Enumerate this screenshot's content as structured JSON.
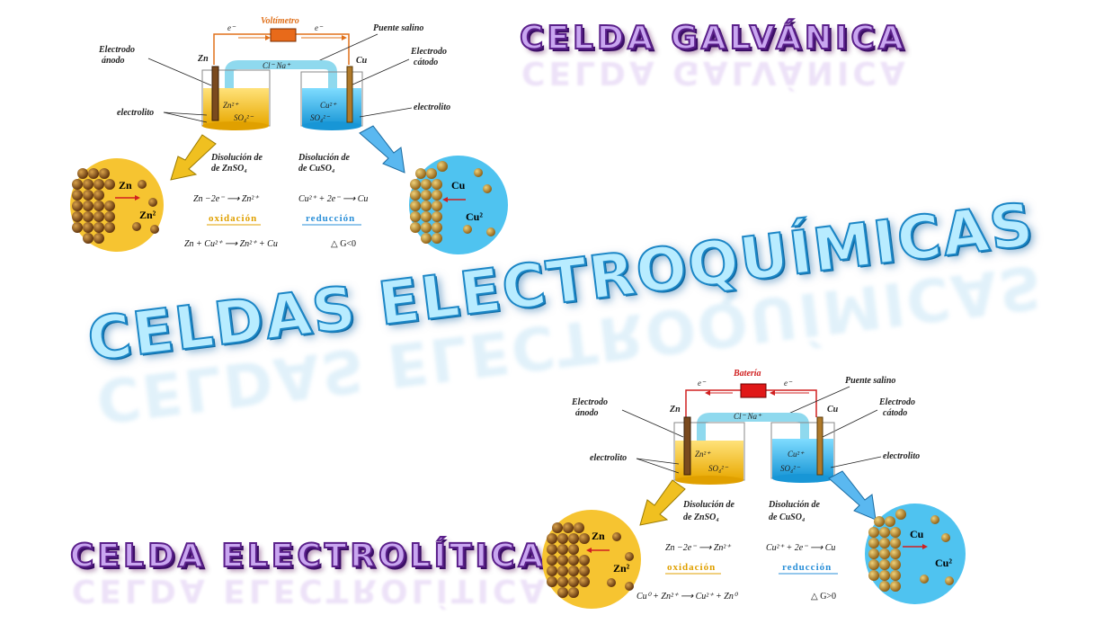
{
  "titles": {
    "galvanic": "CELDA GALVÁNICA",
    "main": "CELDAS ELECTROQUÍMICAS",
    "electrolytic": "CELDA ELECTROLÍTICA"
  },
  "galvanic_cell": {
    "meter_label": "Voltímetro",
    "electron_left": "e⁻",
    "electron_right": "e⁻",
    "salt_bridge": "Puente salino",
    "anode_label_1": "Electrodo",
    "anode_label_2": "ánodo",
    "cathode_label_1": "Electrodo",
    "cathode_label_2": "cátodo",
    "zn": "Zn",
    "cu": "Cu",
    "bridge_ions": "Cl⁻   Na⁺",
    "left_ion_1": "Zn²⁺",
    "left_ion_2": "SO₄²⁻",
    "right_ion_1": "Cu²⁺",
    "right_ion_2": "SO₄²⁻",
    "electrolyte_left": "electrolito",
    "electrolyte_right": "electrolito",
    "solution_left_1": "Disolución de",
    "solution_left_2": "de ZnSO₄",
    "solution_right_1": "Disolución de",
    "solution_right_2": "de CuSO₄",
    "left_circle_zn": "Zn",
    "left_circle_ion": "Zn²",
    "right_circle_cu": "Cu",
    "right_circle_ion": "Cu²",
    "eq_ox": "Zn −2e⁻ ⟶ Zn²⁺",
    "eq_red": "Cu²⁺ + 2e⁻ ⟶ Cu",
    "ox_label": "oxidación",
    "red_label": "reducción",
    "eq_total": "Zn + Cu²⁺ ⟶ Zn²⁺ + Cu",
    "delta_g": "△ G<0"
  },
  "electrolytic_cell": {
    "meter_label": "Batería",
    "electron_left": "e⁻",
    "electron_right": "e⁻",
    "salt_bridge": "Puente salino",
    "anode_label_1": "Electrodo",
    "anode_label_2": "ánodo",
    "cathode_label_1": "Electrodo",
    "cathode_label_2": "cátodo",
    "zn": "Zn",
    "cu": "Cu",
    "bridge_ions": "Cl⁻   Na⁺",
    "left_ion_1": "Zn²⁺",
    "left_ion_2": "SO₄²⁻",
    "right_ion_1": "Cu²⁺",
    "right_ion_2": "SO₄²⁻",
    "electrolyte_left": "electrolito",
    "electrolyte_right": "electrolito",
    "solution_left_1": "Disolución de",
    "solution_left_2": "de ZnSO₄",
    "solution_right_1": "Disolución de",
    "solution_right_2": "de CuSO₄",
    "left_circle_zn": "Zn",
    "left_circle_ion": "Zn²",
    "right_circle_cu": "Cu",
    "right_circle_ion": "Cu²",
    "eq_ox": "Zn −2e⁻ ⟶ Zn²⁺",
    "eq_red": "Cu²⁺ + 2e⁻ ⟶ Cu",
    "ox_label": "oxidación",
    "red_label": "reducción",
    "eq_total": "Cu⁰ + Zn²⁺ ⟶ Cu²⁺ + Zn⁰",
    "delta_g": "△ G>0"
  }
}
